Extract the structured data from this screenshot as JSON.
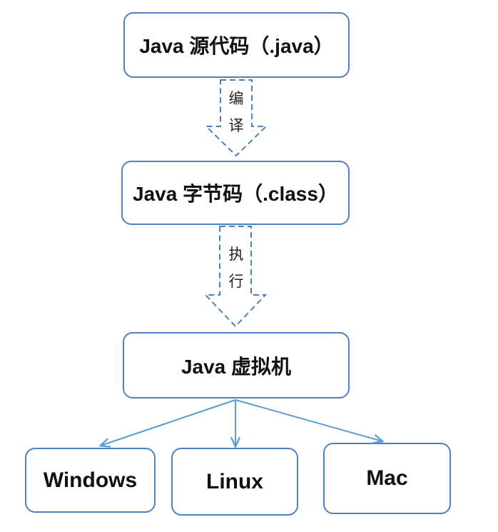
{
  "nodes": {
    "source": {
      "label": "Java 源代码（.java）"
    },
    "bytecode": {
      "label": "Java 字节码（.class）"
    },
    "jvm": {
      "label": "Java 虚拟机"
    },
    "windows": {
      "label": "Windows"
    },
    "linux": {
      "label": "Linux"
    },
    "mac": {
      "label": "Mac"
    }
  },
  "arrows": {
    "compile": {
      "label": "编译"
    },
    "execute": {
      "label": "执行"
    }
  },
  "colors": {
    "box_border": "#4f81bd",
    "dashed_arrow": "#4f81bd",
    "fan_arrow": "#5b9bd5",
    "label_text": "#222222"
  }
}
